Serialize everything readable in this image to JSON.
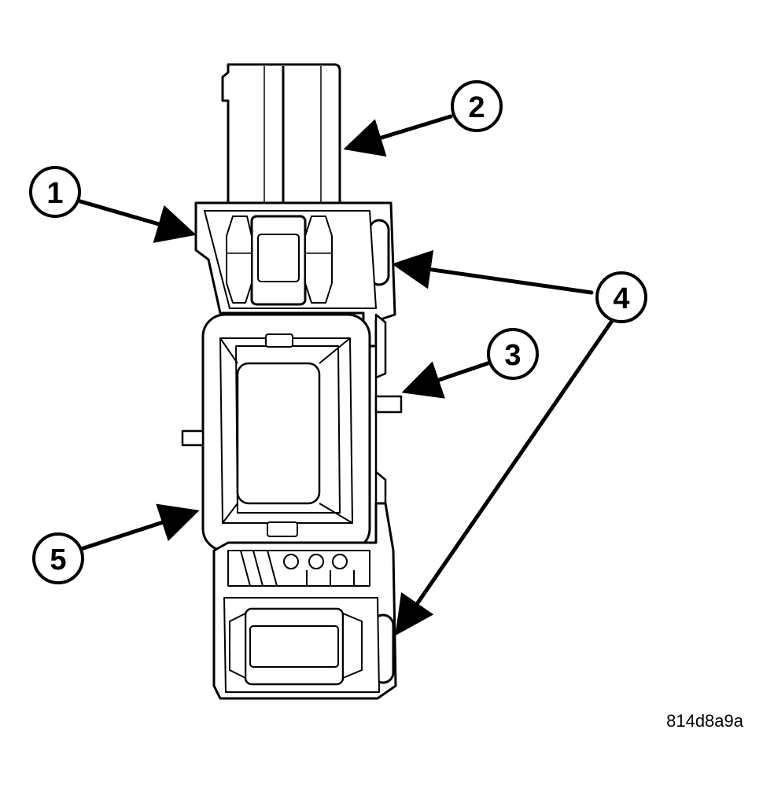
{
  "diagram": {
    "figure_id": "814d8a9a",
    "callouts": [
      {
        "id": "callout-1",
        "label": "1"
      },
      {
        "id": "callout-2",
        "label": "2"
      },
      {
        "id": "callout-3",
        "label": "3"
      },
      {
        "id": "callout-4",
        "label": "4"
      },
      {
        "id": "callout-5",
        "label": "5"
      }
    ],
    "colors": {
      "line": "#000000",
      "fill": "#ffffff"
    }
  }
}
